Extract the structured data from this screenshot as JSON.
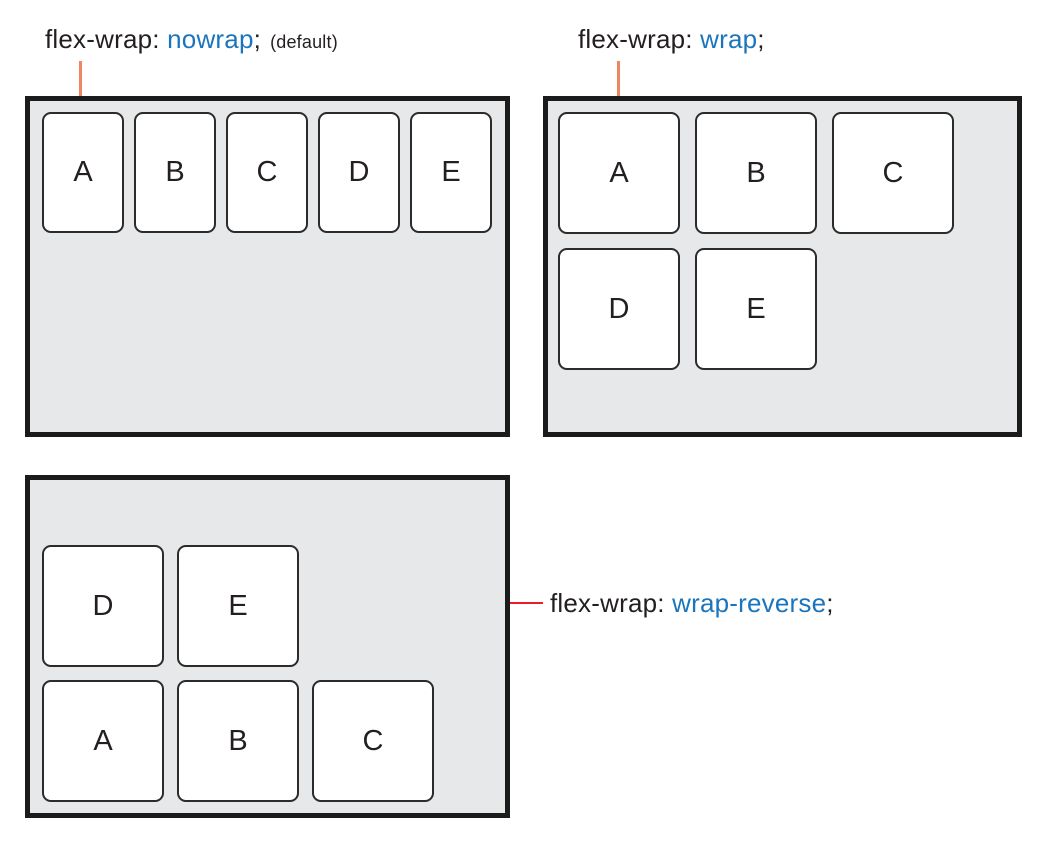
{
  "panels": {
    "nowrap": {
      "label_property": "flex-wrap:",
      "label_value": "nowrap",
      "label_semicolon": ";",
      "label_note": "(default)",
      "items": [
        "A",
        "B",
        "C",
        "D",
        "E"
      ]
    },
    "wrap": {
      "label_property": "flex-wrap:",
      "label_value": "wrap",
      "label_semicolon": ";",
      "rows": [
        [
          "A",
          "B",
          "C"
        ],
        [
          "D",
          "E"
        ]
      ]
    },
    "wrap_reverse": {
      "label_property": "flex-wrap:",
      "label_value": "wrap-reverse",
      "label_semicolon": ";",
      "rows": [
        [
          "D",
          "E"
        ],
        [
          "A",
          "B",
          "C"
        ]
      ]
    }
  },
  "colors": {
    "container_background": "#E7E8E9",
    "container_border": "#1B1B1B",
    "item_background": "#FFFFFF",
    "item_border": "#2B2B2B",
    "text_black": "#231F20",
    "value_blue": "#1B75BC",
    "connector_salmon": "#F08660",
    "connector_red": "#EC1C24"
  }
}
